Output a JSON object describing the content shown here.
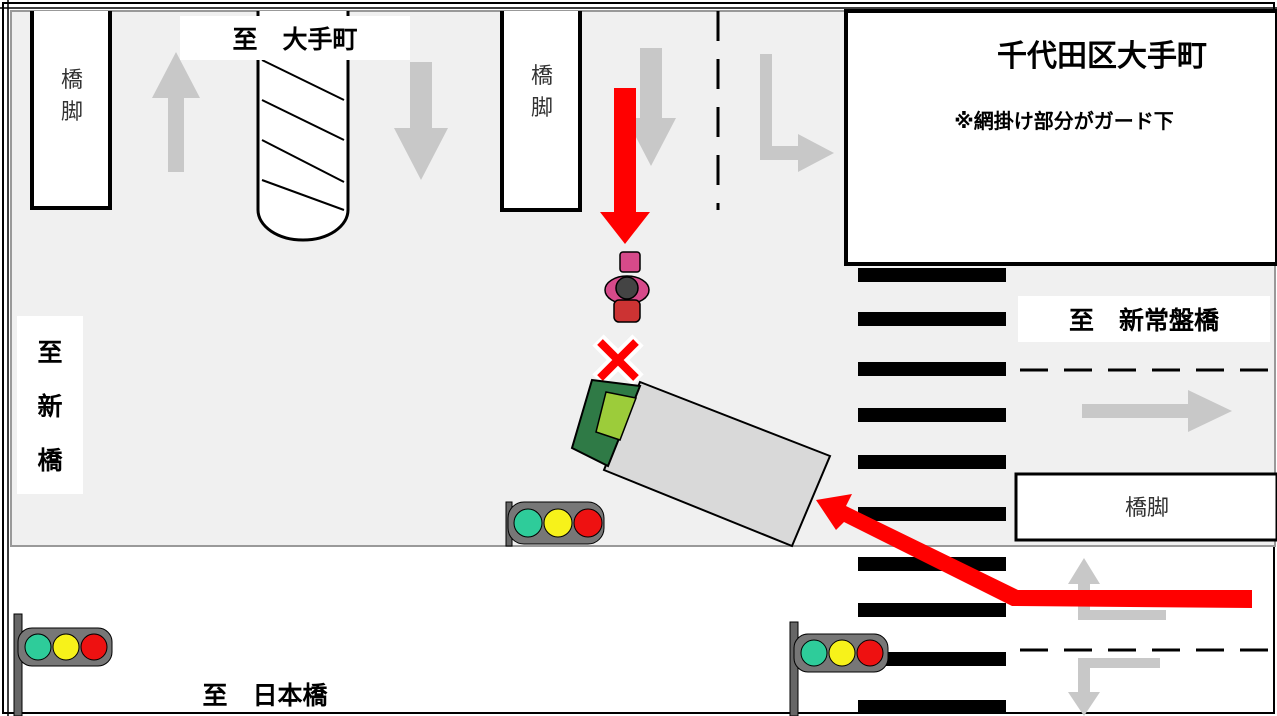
{
  "title": "千代田区大手町",
  "note": "※網掛け部分がガード下",
  "to_otemachi": "至　大手町",
  "to_shinjokibashi": "至　新常盤橋",
  "to_shimbashi": [
    "至",
    "新",
    "橋"
  ],
  "to_nihonbashi": "至　日本橋",
  "pier_vertical": [
    "橋",
    "脚"
  ],
  "pier_horizontal": "橋脚",
  "colors": {
    "accent_arrow": "#ff0000",
    "underpass": "#f0f0f0",
    "guide_arrow": "#c8c8c8",
    "signal_green": "#2ecc9a",
    "signal_yellow": "#f7f21a",
    "signal_red": "#ee1111",
    "truck_cab": "#7ab82a",
    "truck_box": "#d9d9d9",
    "rider": "#d64a8a"
  },
  "icons": [
    "motorcycle-icon",
    "truck-icon",
    "collision-x-icon",
    "traffic-light-icon",
    "direction-arrow-icon"
  ]
}
